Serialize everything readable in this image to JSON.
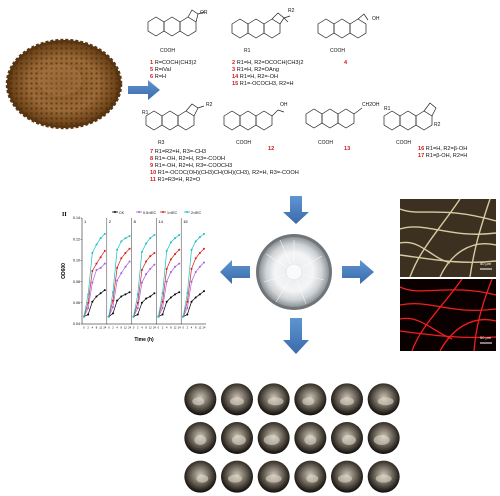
{
  "compounds": {
    "group1_labels": [
      {
        "num": "1",
        "text": "R=COCH(CH3)2"
      },
      {
        "num": "5",
        "text": "R=iVal"
      },
      {
        "num": "6",
        "text": "R=H"
      }
    ],
    "group2_labels": [
      {
        "num": "2",
        "text": "R1=H, R2=OCOCH(CH3)2"
      },
      {
        "num": "3",
        "text": "R1=H, R2=OAng"
      },
      {
        "num": "14",
        "text": "R1=H, R2=-OH"
      },
      {
        "num": "15",
        "text": "R1=-OCOCH3, R2=H"
      }
    ],
    "group3_label": {
      "num": "4",
      "text": ""
    },
    "group4_labels": [
      {
        "num": "7",
        "text": "R1=R2=H, R3=-CH3"
      },
      {
        "num": "8",
        "text": "R1=-OH, R2=H, R3=-COOH"
      },
      {
        "num": "9",
        "text": "R1=-OH, R2=H, R3=-COOCH3"
      },
      {
        "num": "10",
        "text": "R1=-OCOC(OH)(CH3)CH(OH)(CH3), R2=H, R3=-COOH"
      },
      {
        "num": "11",
        "text": "R1=R3=H, R2=O"
      }
    ],
    "group5_label": {
      "num": "12",
      "text": ""
    },
    "group6_label": {
      "num": "13",
      "text": ""
    },
    "group7_labels": [
      {
        "num": "16",
        "text": "R1=H, R2=β-OH"
      },
      {
        "num": "17",
        "text": "R1=β-OH, R2=H"
      }
    ],
    "atom_labels": {
      "cooh": "COOH",
      "ch2oh": "CH2OH",
      "oh": "OH",
      "or": "OR",
      "r": "R",
      "r1": "R1",
      "r2": "R2",
      "r3": "R3"
    }
  },
  "micrograph_scale_top": "50 μm",
  "micrograph_scale_bottom": "50 μm",
  "chart_data": {
    "type": "line",
    "panel_label": "II",
    "subplot_labels": [
      "1",
      "2",
      "8",
      "14",
      "15"
    ],
    "legend": [
      "CK",
      "0.5×IEC",
      "1×IEC",
      "2×IEC"
    ],
    "series_colors": [
      "#000000",
      "#a45ee5",
      "#d81b1b",
      "#1bbfbf"
    ],
    "xlabel": "Time (h)",
    "ylabel": "OD600",
    "x_ticks": [
      "0",
      "2",
      "4",
      "8",
      "12",
      "24"
    ],
    "ylim": [
      0.04,
      0.14
    ],
    "y_ticks": [
      "0.04",
      "0.06",
      "0.08",
      "0.10",
      "0.12",
      "0.14"
    ],
    "panels": [
      {
        "series": [
          [
            0.047,
            0.049,
            0.061,
            0.066,
            0.069,
            0.072
          ],
          [
            0.047,
            0.055,
            0.079,
            0.091,
            0.093,
            0.097
          ],
          [
            0.047,
            0.06,
            0.09,
            0.097,
            0.103,
            0.109
          ],
          [
            0.047,
            0.068,
            0.107,
            0.115,
            0.121,
            0.125
          ]
        ]
      },
      {
        "series": [
          [
            0.047,
            0.05,
            0.062,
            0.066,
            0.068,
            0.07
          ],
          [
            0.047,
            0.056,
            0.081,
            0.088,
            0.094,
            0.099
          ],
          [
            0.047,
            0.062,
            0.093,
            0.102,
            0.107,
            0.111
          ],
          [
            0.047,
            0.07,
            0.11,
            0.118,
            0.121,
            0.123
          ]
        ]
      },
      {
        "series": [
          [
            0.047,
            0.049,
            0.06,
            0.064,
            0.066,
            0.069
          ],
          [
            0.047,
            0.055,
            0.079,
            0.087,
            0.092,
            0.096
          ],
          [
            0.047,
            0.06,
            0.091,
            0.099,
            0.104,
            0.107
          ],
          [
            0.047,
            0.068,
            0.108,
            0.116,
            0.121,
            0.124
          ]
        ]
      },
      {
        "series": [
          [
            0.047,
            0.049,
            0.061,
            0.065,
            0.068,
            0.07
          ],
          [
            0.047,
            0.055,
            0.08,
            0.089,
            0.094,
            0.097
          ],
          [
            0.047,
            0.061,
            0.092,
            0.101,
            0.106,
            0.11
          ],
          [
            0.047,
            0.069,
            0.109,
            0.117,
            0.121,
            0.124
          ]
        ]
      },
      {
        "series": [
          [
            0.047,
            0.049,
            0.061,
            0.065,
            0.068,
            0.071
          ],
          [
            0.047,
            0.055,
            0.08,
            0.089,
            0.094,
            0.098
          ],
          [
            0.047,
            0.061,
            0.092,
            0.102,
            0.107,
            0.111
          ],
          [
            0.047,
            0.069,
            0.11,
            0.118,
            0.122,
            0.125
          ]
        ]
      }
    ]
  },
  "colors": {
    "arrow": "#4a7fc1",
    "compound_number": "#d0171b"
  }
}
